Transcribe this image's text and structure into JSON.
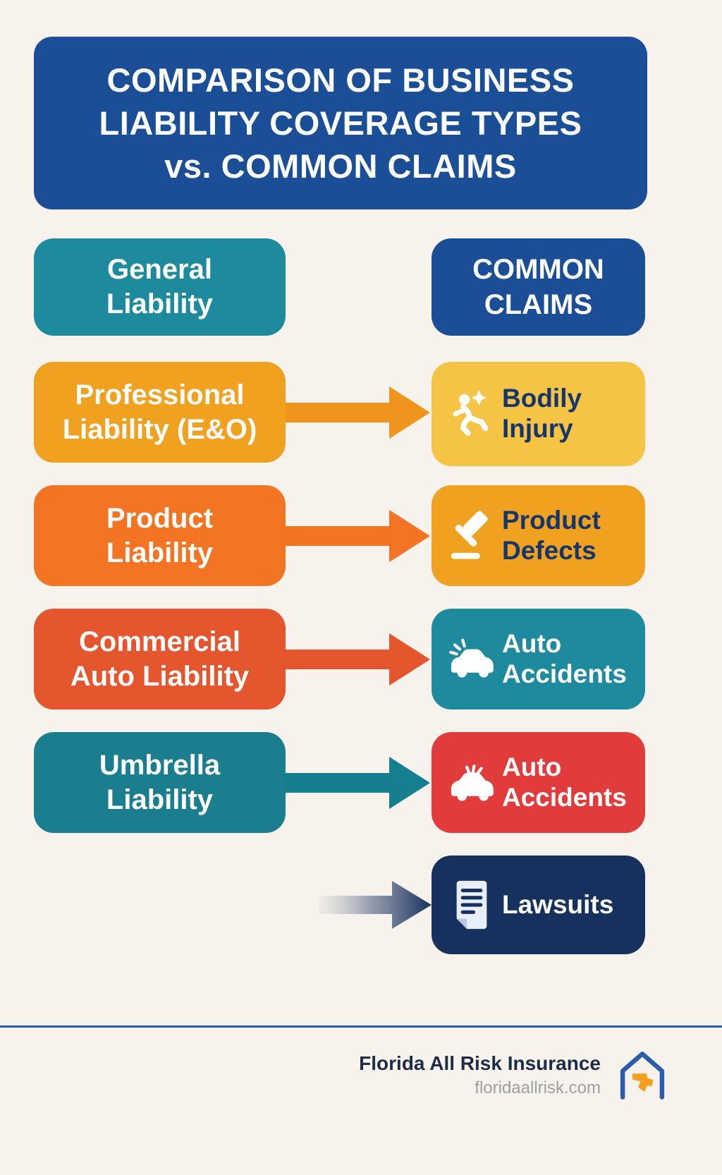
{
  "page": {
    "background": "#f7f3ec"
  },
  "title": {
    "text": "COMPARISON OF BUSINESS LIABILITY COVERAGE TYPES vs. COMMON CLAIMS",
    "lines": [
      "COMPARISON OF BUSINESS",
      "LIABILITY COVERAGE TYPES",
      "vs. COMMON CLAIMS"
    ],
    "background": "#1a4e97",
    "text_color": "#ffffff"
  },
  "coverage_column": [
    {
      "label": "General Liability",
      "lines": [
        "General",
        "Liability"
      ],
      "color": "#1d8a9e"
    },
    {
      "label": "Professional Liability (E&O)",
      "lines": [
        "Professional",
        "Liability (E&O)"
      ],
      "color": "#efa11f"
    },
    {
      "label": "Product Liability",
      "lines": [
        "Product",
        "Liability"
      ],
      "color": "#f37423"
    },
    {
      "label": "Commercial Auto Liability",
      "lines": [
        "Commercial",
        "Auto Liability"
      ],
      "color": "#e6562e"
    },
    {
      "label": "Umbrella Liability",
      "lines": [
        "Umbrella",
        "Liability"
      ],
      "color": "#1a7e8e"
    }
  ],
  "claims_column": {
    "header": {
      "label": "COMMON CLAIMS",
      "lines": [
        "COMMON",
        "CLAIMS"
      ],
      "color": "#1a4e97",
      "text_color": "#ffffff"
    },
    "items": [
      {
        "label": "Bodily Injury",
        "lines": [
          "Bodily",
          "Injury"
        ],
        "icon": "slip-and-fall-icon",
        "color": "#f6c445",
        "text_color": "#16366b"
      },
      {
        "label": "Product Defects",
        "lines": [
          "Product",
          "Defects"
        ],
        "icon": "gavel-icon",
        "color": "#efa11f",
        "text_color": "#16366b"
      },
      {
        "label": "Auto Accidents",
        "lines": [
          "Auto",
          "Accidents"
        ],
        "icon": "car-crash-icon",
        "color": "#1d8a9e",
        "text_color": "#ffffff"
      },
      {
        "label": "Auto Accidents",
        "lines": [
          "Auto",
          "Accidents"
        ],
        "icon": "car-crash-icon",
        "color": "#e23b3c",
        "text_color": "#ffffff"
      },
      {
        "label": "Lawsuits",
        "lines": [
          "Lawsuits"
        ],
        "icon": "lawsuit-document-icon",
        "color": "#17315e",
        "text_color": "#ffffff"
      }
    ]
  },
  "arrows": [
    {
      "from": "Professional Liability (E&O)",
      "to": "Bodily Injury",
      "color": "#f0941d"
    },
    {
      "from": "Product Liability",
      "to": "Product Defects",
      "color": "#f37423"
    },
    {
      "from": "Commercial Auto Liability",
      "to": "Auto Accidents",
      "color": "#e6562e"
    },
    {
      "from": "Umbrella Liability",
      "to": "Auto Accidents",
      "color": "#157f8f"
    },
    {
      "from": "",
      "to": "Lawsuits",
      "color": "#17315e",
      "style": "gradient-fade"
    }
  ],
  "footer": {
    "brand": "Florida All Risk Insurance",
    "website": "floridaallrisk.com",
    "logo": "florida-house-logo",
    "divider_color": "#2b5da9"
  }
}
